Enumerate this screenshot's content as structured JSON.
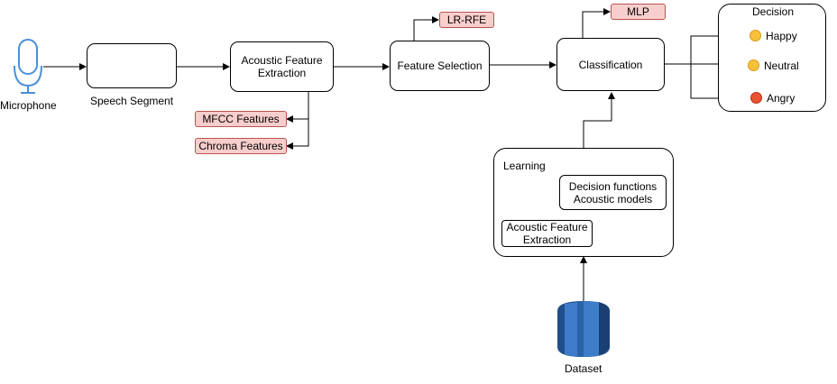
{
  "nodes": {
    "microphone": "Microphone",
    "speech_segment": "Speech Segment",
    "acoustic_feature_extraction": "Acoustic Feature Extraction",
    "feature_selection": "Feature Selection",
    "classification": "Classification",
    "learning": "Learning",
    "decision_functions": "Decision functions Acoustic models",
    "learning_extraction": "Acoustic Feature Extraction",
    "dataset": "Dataset"
  },
  "tags": {
    "lr_rfe": "LR-RFE",
    "mlp": "MLP",
    "mfcc": "MFCC Features",
    "chroma": "Chroma Features"
  },
  "decision": {
    "title": "Decision",
    "items": [
      {
        "label": "Happy",
        "icon": "happy-emoji-icon"
      },
      {
        "label": "Neutral",
        "icon": "neutral-emoji-icon"
      },
      {
        "label": "Angry",
        "icon": "angry-emoji-icon"
      }
    ]
  },
  "colors": {
    "microphone": "#4a90d9",
    "tag_fill": "#f8cecc",
    "tag_stroke": "#b85450",
    "dataset": "#2f6fb3"
  }
}
